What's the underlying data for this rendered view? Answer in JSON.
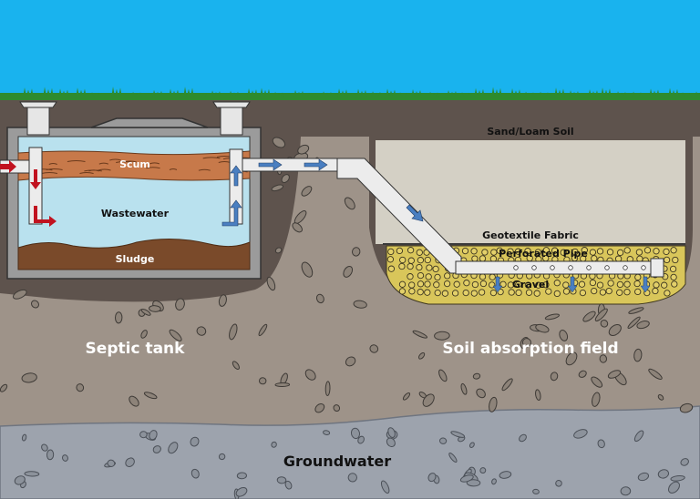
{
  "labels": {
    "scum": "Scum",
    "wastewater": "Wastewater",
    "sludge": "Sludge",
    "sand_loam_soil": "Sand/Loam Soil",
    "geotextile_fabric": "Geotextile Fabric",
    "perforated_pipe": "Perforated Pipe",
    "gravel": "Gravel",
    "septic_tank": "Septic tank",
    "soil_absorption_field": "Soil absorption field",
    "groundwater": "Groundwater"
  },
  "colors": {
    "sky": "#19b3ee",
    "grass": "#2e8b2e",
    "topsoil": "#5e534d",
    "soil": "#9e9389",
    "sand_loam": "#d4d0c5",
    "gravel": "#d9c65a",
    "groundwater": "#9da3ad",
    "tank_wall": "#9b9b9b",
    "wastewater": "#b9e1ee",
    "scum": "#c7794a",
    "sludge": "#7a4a2a",
    "pipe": "#ececec",
    "flow_in_arrow": "#c1121f",
    "flow_out_arrow": "#4a7fc1"
  }
}
